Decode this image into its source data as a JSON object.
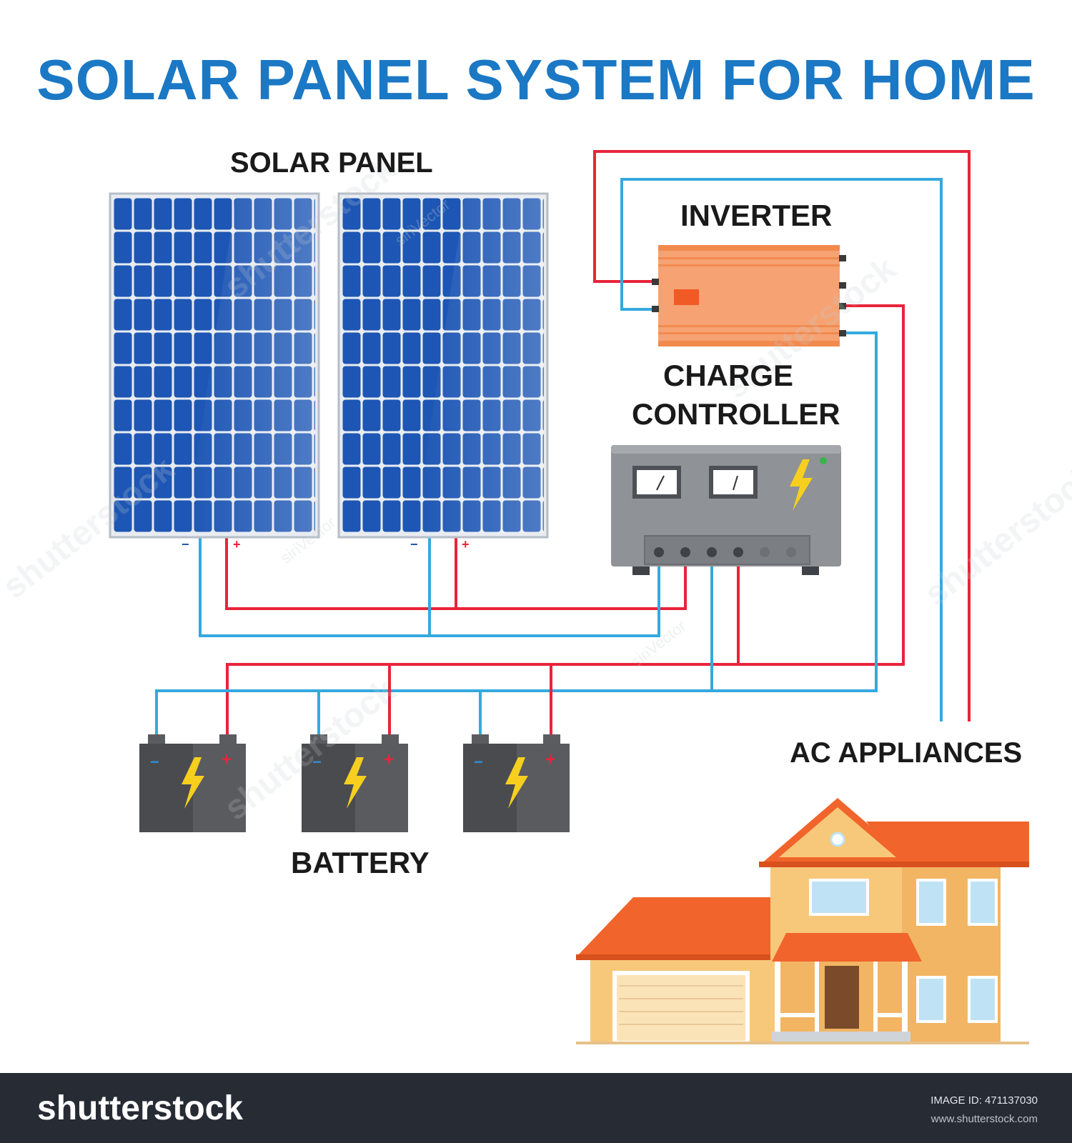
{
  "title": "SOLAR PANEL SYSTEM FOR HOME",
  "labels": {
    "solar_panel": "SOLAR PANEL",
    "inverter": "INVERTER",
    "charge_controller_line1": "CHARGE",
    "charge_controller_line2": "CONTROLLER",
    "battery": "BATTERY",
    "ac_appliances": "AC APPLIANCES"
  },
  "terminals": {
    "negative": "−",
    "positive": "+"
  },
  "footer": {
    "logo": "shutterstock",
    "image_id": "IMAGE ID: 471137030",
    "url": "www.shutterstock.com"
  },
  "watermarks": [
    "shutterstock",
    "shutterstock",
    "shutterstock",
    "shutterstock",
    "shutterstock",
    "siriVector",
    "siriVector",
    "siriVector"
  ],
  "colors": {
    "title": "#1b78c4",
    "positive_wire": "#e8243a",
    "negative_wire": "#35a9de",
    "panel_cell": "#1d56b4",
    "inverter": "#f6a272",
    "controller": "#8f9296",
    "battery": "#4a4b4f",
    "bolt": "#f7cf1e",
    "roof": "#f1642b",
    "wall": "#f7c87a"
  },
  "icons": {
    "panel": "solar-panel-icon",
    "inverter": "inverter-icon",
    "controller": "charge-controller-icon",
    "battery": "battery-icon",
    "house": "house-icon"
  }
}
